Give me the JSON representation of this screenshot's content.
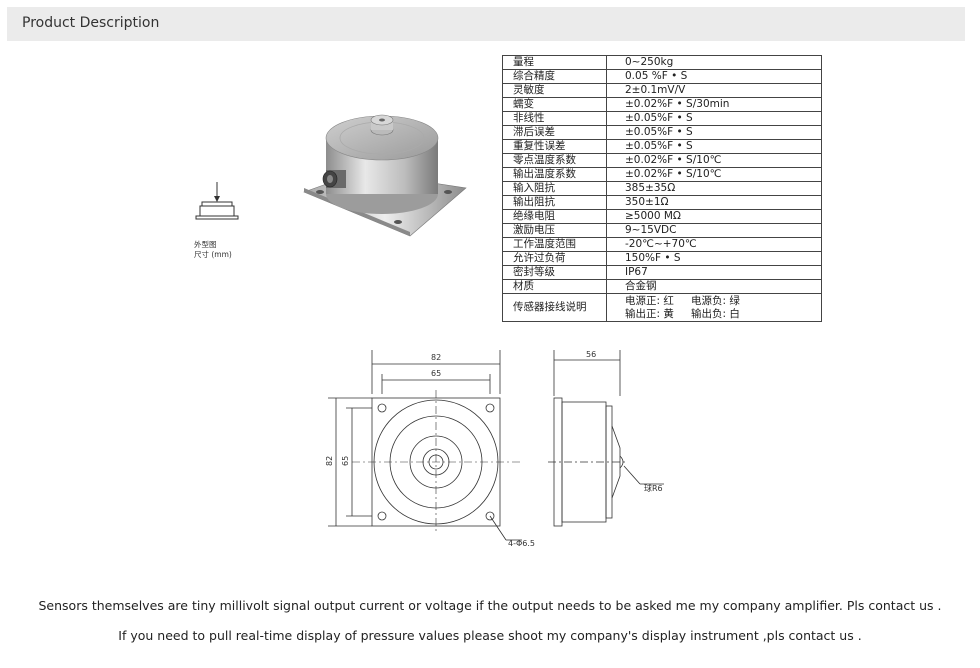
{
  "header": {
    "title": "Product Description"
  },
  "icon_caption": {
    "line1": "外型图",
    "line2": "尺寸 (mm)"
  },
  "specs": [
    {
      "key": "量程",
      "value": "0~250kg"
    },
    {
      "key": "综合精度",
      "value": "0.05 %F • S"
    },
    {
      "key": "灵敏度",
      "value": "2±0.1mV/V"
    },
    {
      "key": "蠕变",
      "value": "±0.02%F • S/30min"
    },
    {
      "key": "非线性",
      "value": "±0.05%F • S"
    },
    {
      "key": "滞后误差",
      "value": "±0.05%F • S"
    },
    {
      "key": "重复性误差",
      "value": "±0.05%F • S"
    },
    {
      "key": "零点温度系数",
      "value": "±0.02%F • S/10℃"
    },
    {
      "key": "输出温度系数",
      "value": "±0.02%F • S/10℃"
    },
    {
      "key": "输入阻抗",
      "value": "385±35Ω"
    },
    {
      "key": "输出阻抗",
      "value": "350±1Ω"
    },
    {
      "key": "绝缘电阻",
      "value": "≥5000 MΩ"
    },
    {
      "key": "激励电压",
      "value": "9~15VDC"
    },
    {
      "key": "工作温度范围",
      "value": "-20℃~+70℃"
    },
    {
      "key": "允许过负荷",
      "value": "150%F • S"
    },
    {
      "key": "密封等级",
      "value": "IP67"
    },
    {
      "key": "材质",
      "value": "合金钢"
    }
  ],
  "wiring": {
    "key": "传感器接线说明",
    "line1a": "电源正: 红",
    "line1b": "电源负: 绿",
    "line2a": "输出正: 黄",
    "line2b": "输出负: 白"
  },
  "drawing": {
    "dim_width_outer": "82",
    "dim_width_inner": "65",
    "dim_height_outer": "82",
    "dim_height_inner": "65",
    "dim_side": "56",
    "holes": "4-Φ6.5",
    "ball": "球R6"
  },
  "footer": {
    "line1": "Sensors themselves are tiny millivolt signal output current or voltage if the output needs to be asked me my company amplifier. Pls contact us .",
    "line2": "If you need to pull real-time display of pressure values please shoot my company's display instrument ,pls contact us ."
  }
}
